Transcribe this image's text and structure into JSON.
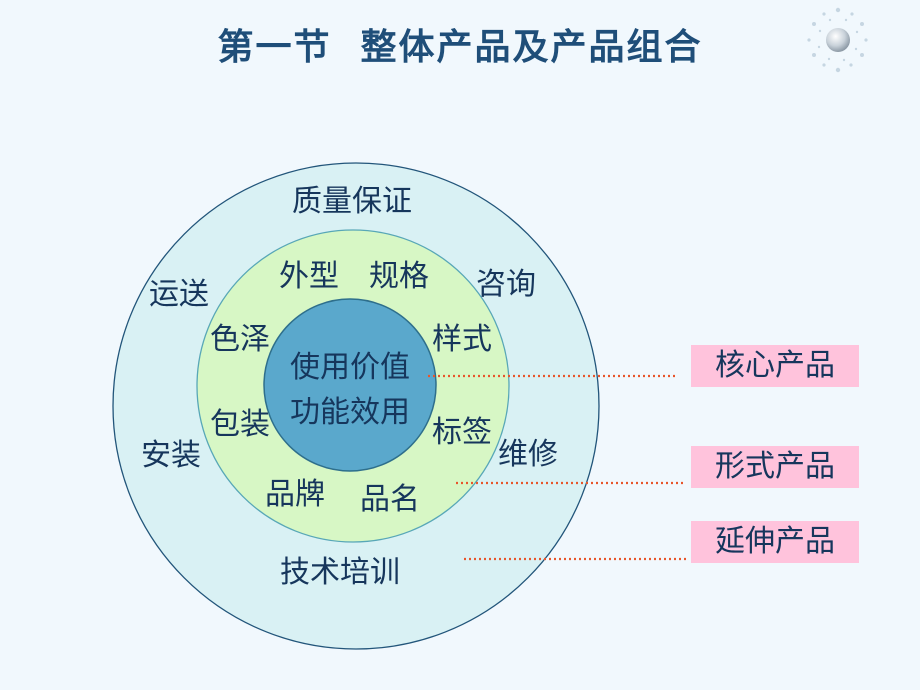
{
  "title": "第一节  整体产品及产品组合",
  "colors": {
    "background": "#f1f8fd",
    "outer_ring": "#d9f1f4",
    "middle_ring": "#d7f7c5",
    "core": "#5aa8cc",
    "text": "#16365c",
    "title": "#1f4e79",
    "tag_bg": "#ffc3dc",
    "leader": "#e8552b"
  },
  "core": {
    "line1": "使用价值",
    "line2": "功能效用"
  },
  "form_ring": {
    "appearance": "外型",
    "spec": "规格",
    "color": "色泽",
    "style": "样式",
    "packaging": "包装",
    "label": "标签",
    "brand": "品牌",
    "product_name": "品名"
  },
  "extended_ring": {
    "quality": "质量保证",
    "shipping": "运送",
    "consulting": "咨询",
    "installation": "安装",
    "maintenance": "维修",
    "training": "技术培训"
  },
  "legend": {
    "core_product": "核心产品",
    "form_product": "形式产品",
    "extended_product": "延伸产品"
  }
}
